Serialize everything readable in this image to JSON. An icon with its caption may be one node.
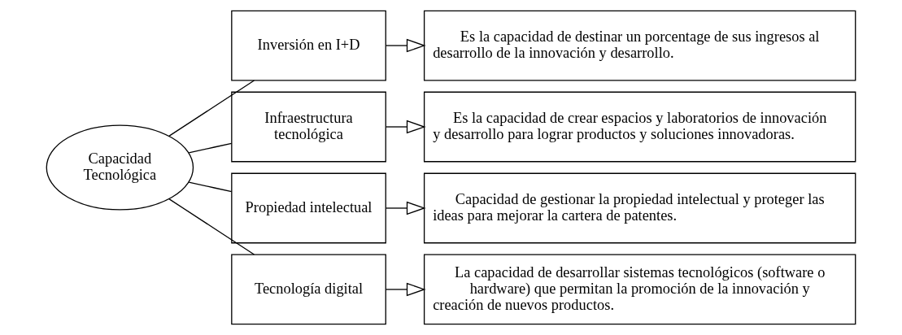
{
  "diagram": {
    "nodes": [
      {
        "text": [
          "Capacidad Tecnológica"
        ]
      },
      {
        "text": [
          "Inversión en I+D"
        ]
      },
      {
        "text": [
          "Es la capacidad de destinar un porcentage de sus ingresos al desarrollo de la innovación y desarrollo."
        ]
      },
      {
        "text": [
          "Infraestructura tecnológica"
        ]
      },
      {
        "text": [
          "Es la capacidad de crear espacios y laboratorios de innovación y desarrollo para lograr productos y soluciones innovadoras."
        ]
      },
      {
        "text": [
          "Propiedad intelectual"
        ]
      },
      {
        "text": [
          "Capacidad de gestionar la propiedad intelectual y proteger las ideas para mejorar la cartera de patentes."
        ]
      },
      {
        "text": [
          "Tecnología digital"
        ]
      },
      {
        "text": [
          "La capacidad de desarrollar sistemas tecnológicos (software o hardware) que permitan la promoción de la innovación y creación de nuevos productos."
        ]
      }
    ],
    "edges": [
      {
        "from": 0,
        "to": 1,
        "arrow": "none"
      },
      {
        "from": 0,
        "to": 3,
        "arrow": "none"
      },
      {
        "from": 0,
        "to": 5,
        "arrow": "none"
      },
      {
        "from": 0,
        "to": 7,
        "arrow": "none"
      },
      {
        "from": 1,
        "to": 2,
        "arrow": "to"
      },
      {
        "from": 3,
        "to": 4,
        "arrow": "to"
      },
      {
        "from": 5,
        "to": 6,
        "arrow": "to"
      },
      {
        "from": 7,
        "to": 8,
        "arrow": "to"
      }
    ]
  }
}
